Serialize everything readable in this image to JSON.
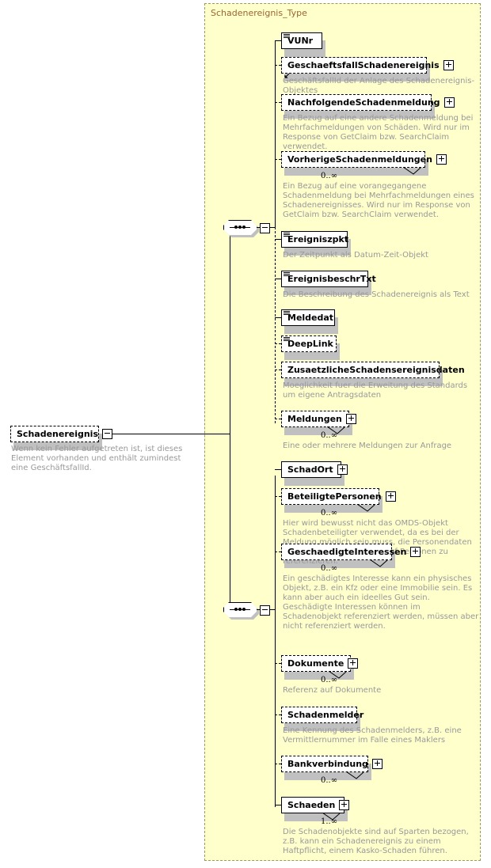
{
  "diagram": {
    "kind": "xsd-schema-diagram",
    "type_container_label": "Schadenereignis_Type",
    "root": {
      "name": "Schadenereignis",
      "border": "dashed",
      "expander": "minus",
      "doc": "Wenn kein Fehler aufgetreten ist, ist dieses Element vorhanden und enthält zumindest eine GeschäftsfallId."
    },
    "compositors": [
      {
        "name": "sequence-1",
        "symbol": "sequence"
      },
      {
        "name": "sequence-2",
        "symbol": "sequence"
      }
    ],
    "groups": [
      {
        "name": "group-1",
        "elements": [
          {
            "label": "VUNr",
            "border": "solid",
            "connector": "solid",
            "simple": true,
            "expander": "none",
            "cardinality": "",
            "doc": "",
            "reference": false
          },
          {
            "label": "GeschaeftsfallSchadenereignis",
            "border": "dashed",
            "connector": "dashed",
            "simple": false,
            "expander": "plus",
            "cardinality": "",
            "doc": "GeschäftsfallId der Anlage des Schadenereignis-Objektes",
            "reference": true
          },
          {
            "label": "NachfolgendeSchadenmeldung",
            "border": "dashed",
            "connector": "dashed",
            "simple": false,
            "expander": "plus",
            "cardinality": "",
            "doc": "Ein Bezug auf eine andere Schadenmeldung bei Mehrfachmeldungen von Schäden. Wird nur im Response von GetClaim bzw. SearchClaim verwendet.",
            "reference": false
          },
          {
            "label": "VorherigeSchadenmeldungen",
            "border": "dashed",
            "connector": "dashed",
            "simple": false,
            "expander": "plus",
            "cardinality": "0..∞",
            "doc": "Ein Bezug auf eine vorangegangene Schadenmeldung bei Mehrfachmeldungen eines Schadenereignisses. Wird nur im Response von GetClaim bzw. SearchClaim verwendet.",
            "reference": false
          },
          {
            "label": "Ereigniszpkt",
            "border": "solid",
            "connector": "solid",
            "simple": true,
            "expander": "none",
            "cardinality": "",
            "doc": "Der Zeitpunkt als Datum-Zeit-Objekt",
            "reference": false
          },
          {
            "label": "EreignisbeschrTxt",
            "border": "solid",
            "connector": "solid",
            "simple": true,
            "expander": "none",
            "cardinality": "",
            "doc": "Die Beschreibung des Schadenereignis als Text",
            "reference": false
          },
          {
            "label": "Meldedat",
            "border": "solid",
            "connector": "solid",
            "simple": true,
            "expander": "none",
            "cardinality": "",
            "doc": "",
            "reference": false
          },
          {
            "label": "DeepLink",
            "border": "dashed",
            "connector": "dashed",
            "simple": true,
            "expander": "none",
            "cardinality": "",
            "doc": "",
            "reference": false
          },
          {
            "label": "ZusaetzlicheSchadensereignisdaten",
            "border": "dashed",
            "connector": "dashed",
            "simple": false,
            "expander": "none",
            "cardinality": "",
            "doc": "Moeglichkeit fuer die Erweitung des Standards um eigene Antragsdaten",
            "reference": false
          },
          {
            "label": "Meldungen",
            "border": "dashed",
            "connector": "dashed",
            "simple": false,
            "expander": "plus",
            "cardinality": "0..∞",
            "doc": "Eine oder mehrere Meldungen zur Anfrage",
            "reference": false
          }
        ]
      },
      {
        "name": "group-2",
        "elements": [
          {
            "label": "SchadOrt",
            "border": "solid",
            "connector": "solid",
            "simple": false,
            "expander": "plus",
            "cardinality": "",
            "doc": "",
            "reference": false
          },
          {
            "label": "BeteiligtePersonen",
            "border": "dashed",
            "connector": "dashed",
            "simple": false,
            "expander": "plus",
            "cardinality": "0..∞",
            "doc": "Hier wird bewusst nicht das OMDS-Objekt Schadenbeteiligter verwendet, da es bei der Meldung möglich sein muss, die Personendaten anzugeben und nicht nur auf Personen zu referenzieren.",
            "reference": false
          },
          {
            "label": "GeschaedigteInteressen",
            "border": "dashed",
            "connector": "dashed",
            "simple": false,
            "expander": "plus",
            "cardinality": "0..∞",
            "doc": "Ein geschädigtes Interesse kann ein physisches Objekt, z.B. ein Kfz oder eine Immobilie sein. Es kann aber auch ein ideelles Gut sein. Geschädigte Interessen können im Schadenobjekt referenziert werden, müssen aber nicht referenziert werden.",
            "reference": false
          },
          {
            "label": "Dokumente",
            "border": "dashed",
            "connector": "dashed",
            "simple": false,
            "expander": "plus",
            "cardinality": "0..∞",
            "doc": "Referenz auf Dokumente",
            "reference": false
          },
          {
            "label": "Schadenmelder",
            "border": "dashed",
            "connector": "dashed",
            "simple": false,
            "expander": "none",
            "cardinality": "",
            "doc": "Eine Kennung des Schadenmelders, z.B. eine Vermittlernummer im Falle eines Maklers",
            "reference": false
          },
          {
            "label": "Bankverbindung",
            "border": "dashed",
            "connector": "dashed",
            "simple": false,
            "expander": "plus",
            "cardinality": "0..∞",
            "doc": "",
            "reference": false
          },
          {
            "label": "Schaeden",
            "border": "solid",
            "connector": "solid",
            "simple": false,
            "expander": "plus",
            "cardinality": "1..∞",
            "doc": "Die Schadenobjekte sind auf Sparten bezogen, z.B. kann ein Schadenereignis zu einem Haftpflicht, einem Kasko-Schaden führen.",
            "reference": false
          }
        ]
      }
    ],
    "extra_cardinalities": [
      {
        "for": "Bankverbindung",
        "value": "0..∞"
      }
    ],
    "colors": {
      "type_background": "#ffffcc",
      "type_border": "#999966",
      "type_title": "#996633",
      "node_background": "#ffffff",
      "node_border": "#000000",
      "doc_text": "#999999",
      "shadow": "#c0c0c0"
    }
  }
}
